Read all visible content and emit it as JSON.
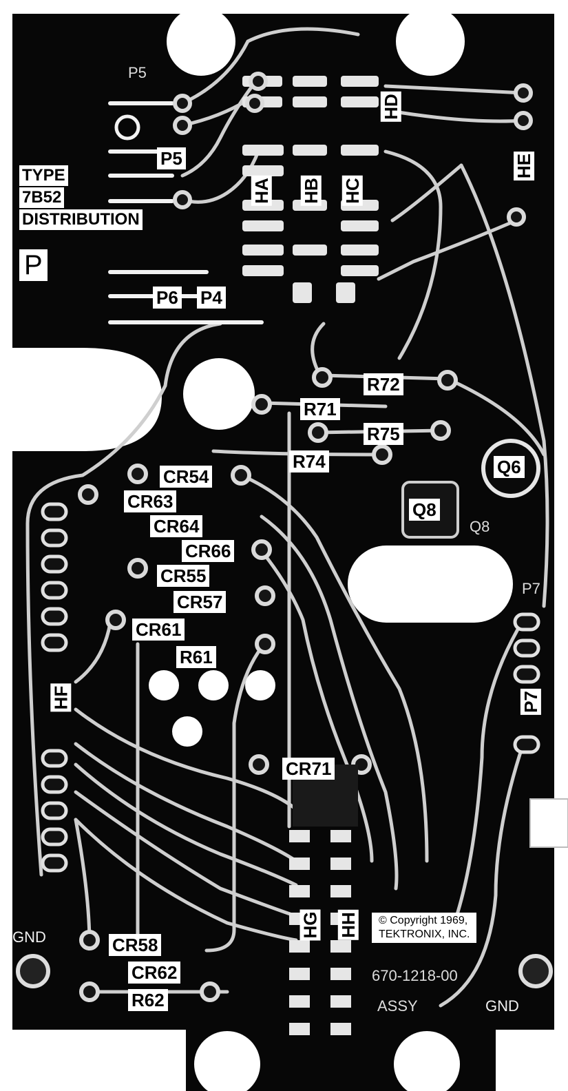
{
  "board": {
    "title_lines": [
      "TYPE",
      "7B52",
      "DISTRIBUTION"
    ],
    "board_letter": "P",
    "copyright_lines": [
      "© Copyright 1969,",
      "TEKTRONIX, INC."
    ],
    "part_number": "670-1218-00",
    "assy": "ASSY",
    "gnd_left": "GND",
    "gnd_right": "GND",
    "silk_p5": "P5",
    "silk_q8": "Q8",
    "silk_p7": "P7"
  },
  "labels": {
    "P5": "P5",
    "P6": "P6",
    "P4": "P4",
    "HA": "HA",
    "HB": "HB",
    "HC": "HC",
    "HD": "HD",
    "HE": "HE",
    "HF": "HF",
    "HG": "HG",
    "HH": "HH",
    "R71": "R71",
    "R72": "R72",
    "R74": "R74",
    "R75": "R75",
    "Q6": "Q6",
    "Q8": "Q8",
    "P7": "P7",
    "CR54": "CR54",
    "CR63": "CR63",
    "CR64": "CR64",
    "CR66": "CR66",
    "CR55": "CR55",
    "CR57": "CR57",
    "CR61": "CR61",
    "R61": "R61",
    "CR71": "CR71",
    "CR58": "CR58",
    "CR62": "CR62",
    "R62": "R62"
  }
}
